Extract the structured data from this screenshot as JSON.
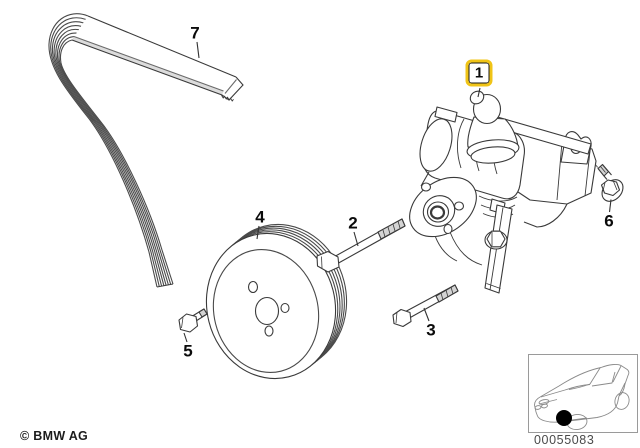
{
  "diagram": {
    "callouts": {
      "c1": "1",
      "c2": "2",
      "c3": "3",
      "c4": "4",
      "c5": "5",
      "c6": "6",
      "c7": "7"
    },
    "highlight": {
      "color": "#F0C417",
      "highlighted_callout": "1"
    }
  },
  "footer": {
    "copyright": "© BMW AG",
    "diagram_number": "00055083"
  }
}
